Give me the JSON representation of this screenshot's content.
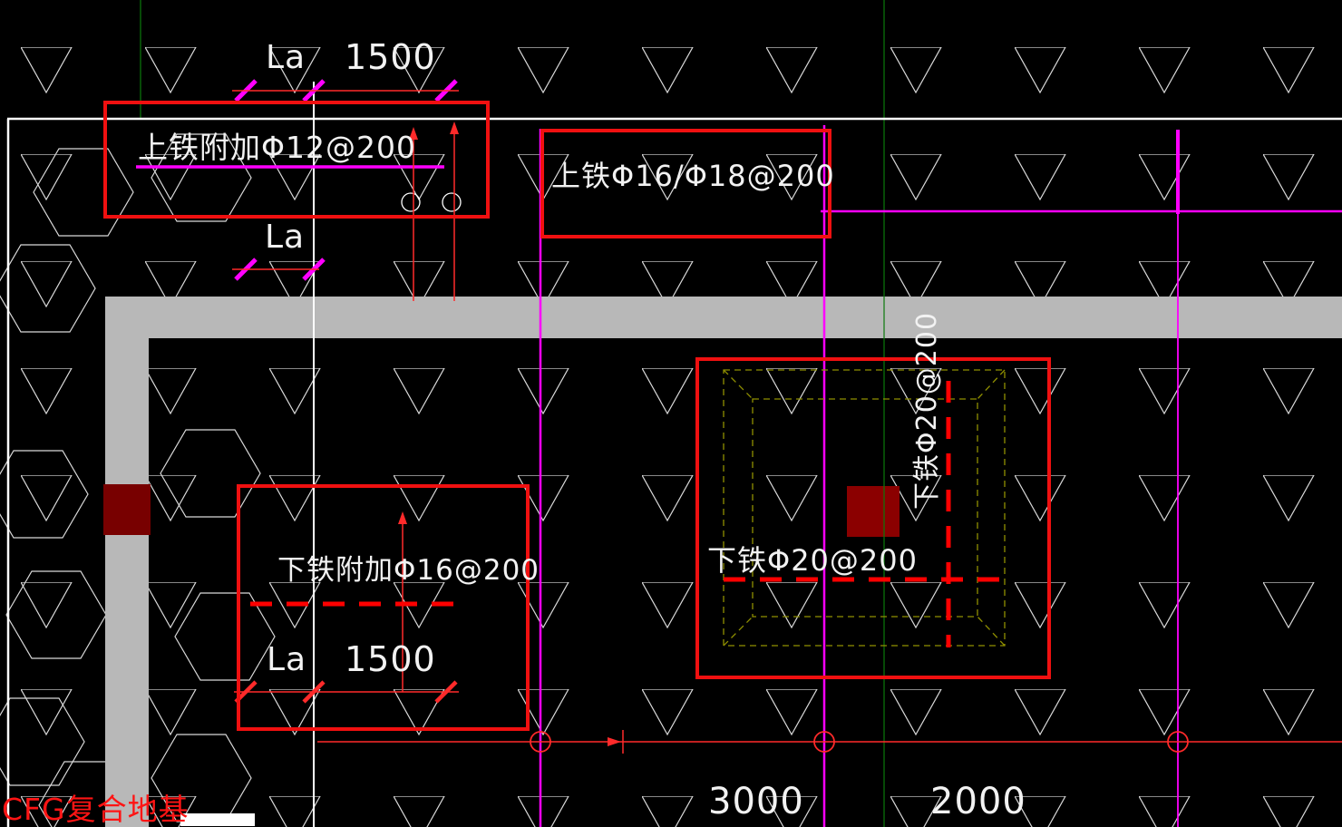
{
  "drawing": {
    "callouts": {
      "top_add": "上铁附加Φ12@200",
      "top_main": "上铁Φ16/Φ18@200",
      "bottom_add": "下铁附加Φ16@200",
      "bottom_main": "下铁Φ20@200",
      "bottom_main_vertical": "下铁Φ20@200"
    },
    "dims": {
      "la_top": "La",
      "len_top": "1500",
      "la_mid": "La",
      "la_inner": "La",
      "len_inner": "1500",
      "span_left": "3000",
      "span_right": "2000"
    },
    "corner_label": "CFG复合地基",
    "colors": {
      "background": "#000000",
      "hatch": "#d9d9d9",
      "annotation_red": "#ff1010",
      "axis_magenta": "#ff00ff",
      "beam_band": "#b8b8b8",
      "column_fill": "#7e0000",
      "aux_olive": "#8f8f00",
      "grid_green": "#0a7a0a"
    }
  }
}
